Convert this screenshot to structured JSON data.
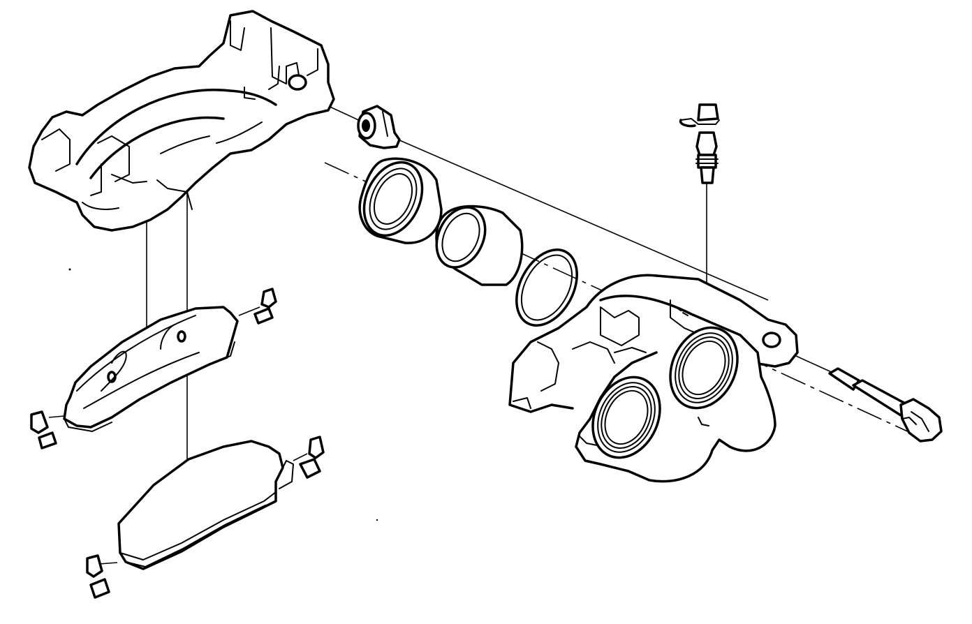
{
  "diagram": {
    "background": "#ffffff",
    "ink": "#000000",
    "parts": [
      {
        "name": "caliper-support-bracket"
      },
      {
        "name": "guide-pin-bushing"
      },
      {
        "name": "dust-boot"
      },
      {
        "name": "piston"
      },
      {
        "name": "piston-seal"
      },
      {
        "name": "caliper-housing"
      },
      {
        "name": "bleeder-valve"
      },
      {
        "name": "guide-pin-bolt"
      },
      {
        "name": "inner-brake-pad"
      },
      {
        "name": "outer-brake-pad"
      },
      {
        "name": "pad-retainer-clip"
      }
    ]
  }
}
